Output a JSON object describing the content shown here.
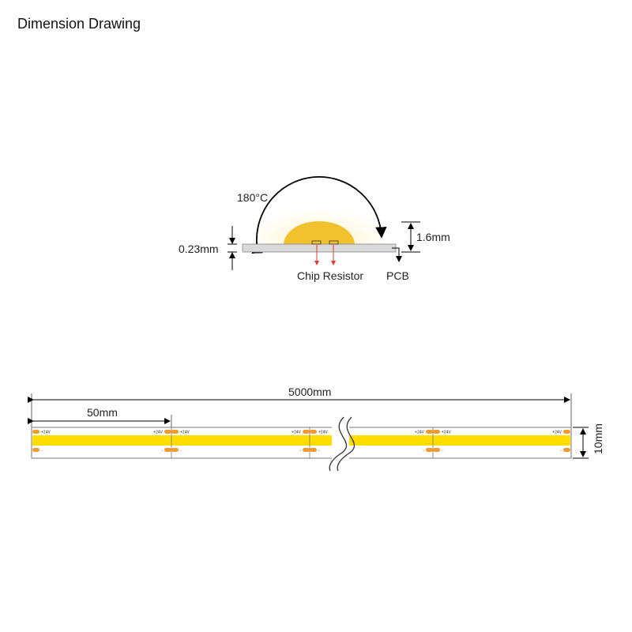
{
  "title": "Dimension Drawing",
  "cross_section": {
    "angle_label": "180°C",
    "thickness_label": "0.23mm",
    "height_label": "1.6mm",
    "chip_label": "Chip Resistor",
    "pcb_label": "PCB"
  },
  "strip": {
    "length_label": "5000mm",
    "segment_label": "50mm",
    "width_label": "10mm",
    "pad_positive": "+24V",
    "pad_negative": "-"
  },
  "colors": {
    "led": "#FFDD00",
    "dome": "#F2C12E",
    "pad": "#F39A2B",
    "pcb": "#D9D9D9",
    "arrow_red": "#E53935"
  }
}
